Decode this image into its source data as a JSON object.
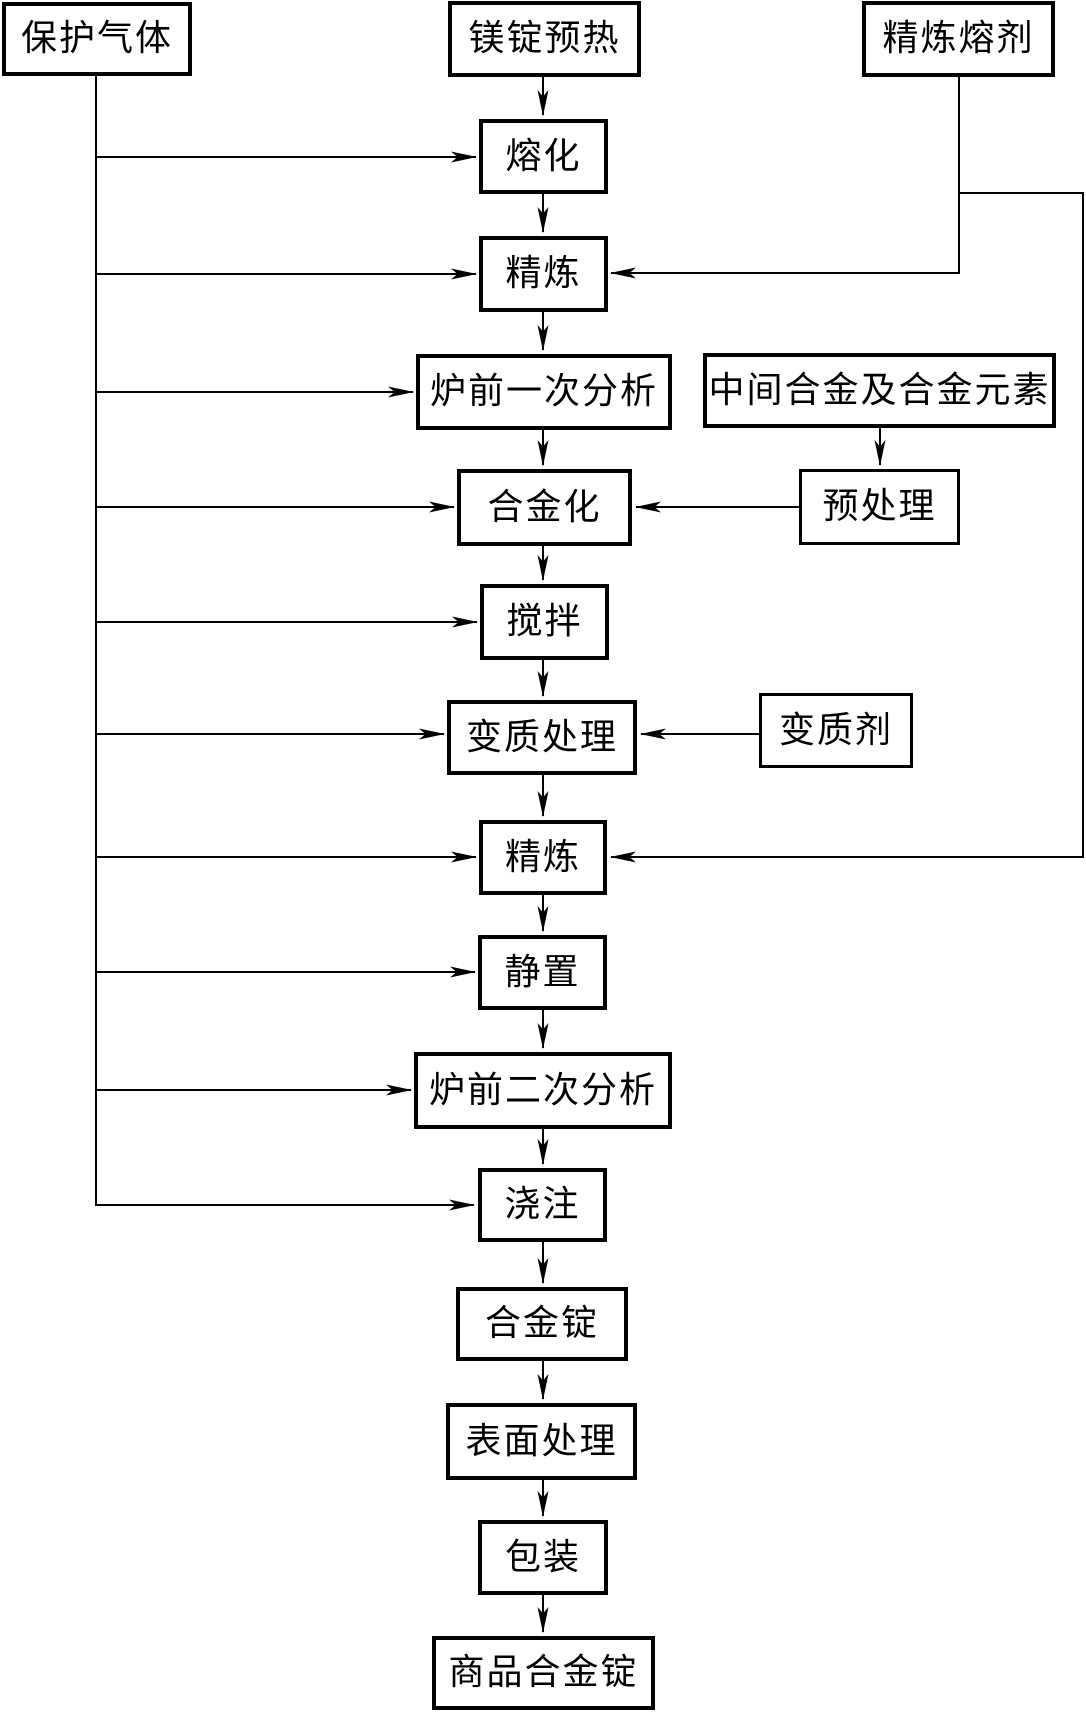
{
  "diagram": {
    "description": "Magnesium alloy ingot production process flowchart",
    "colors": {
      "background": "#ffffff",
      "line": "#000000",
      "box_border": "#000000",
      "text": "#000000"
    },
    "nodes": {
      "protective_gas": {
        "label": "保护气体"
      },
      "mg_ingot_preheat": {
        "label": "镁锭预热"
      },
      "refining_flux": {
        "label": "精炼熔剂"
      },
      "melting": {
        "label": "熔化"
      },
      "refining_1": {
        "label": "精炼"
      },
      "first_analysis": {
        "label": "炉前一次分析"
      },
      "master_alloy": {
        "label": "中间合金及合金元素"
      },
      "alloying": {
        "label": "合金化"
      },
      "pretreatment": {
        "label": "预处理"
      },
      "stirring": {
        "label": "搅拌"
      },
      "modification": {
        "label": "变质处理"
      },
      "modifier": {
        "label": "变质剂"
      },
      "refining_2": {
        "label": "精炼"
      },
      "standing": {
        "label": "静置"
      },
      "second_analysis": {
        "label": "炉前二次分析"
      },
      "pouring": {
        "label": "浇注"
      },
      "alloy_ingot": {
        "label": "合金锭"
      },
      "surface_treatment": {
        "label": "表面处理"
      },
      "packaging": {
        "label": "包装"
      },
      "commercial_alloy_ingot": {
        "label": "商品合金锭"
      }
    },
    "edges": [
      {
        "from": "mg_ingot_preheat",
        "to": "melting"
      },
      {
        "from": "melting",
        "to": "refining_1"
      },
      {
        "from": "refining_1",
        "to": "first_analysis"
      },
      {
        "from": "first_analysis",
        "to": "alloying"
      },
      {
        "from": "alloying",
        "to": "stirring"
      },
      {
        "from": "stirring",
        "to": "modification"
      },
      {
        "from": "modification",
        "to": "refining_2"
      },
      {
        "from": "refining_2",
        "to": "standing"
      },
      {
        "from": "standing",
        "to": "second_analysis"
      },
      {
        "from": "second_analysis",
        "to": "pouring"
      },
      {
        "from": "pouring",
        "to": "alloy_ingot"
      },
      {
        "from": "alloy_ingot",
        "to": "surface_treatment"
      },
      {
        "from": "surface_treatment",
        "to": "packaging"
      },
      {
        "from": "packaging",
        "to": "commercial_alloy_ingot"
      },
      {
        "from": "protective_gas",
        "to": "melting"
      },
      {
        "from": "protective_gas",
        "to": "refining_1"
      },
      {
        "from": "protective_gas",
        "to": "first_analysis"
      },
      {
        "from": "protective_gas",
        "to": "alloying"
      },
      {
        "from": "protective_gas",
        "to": "stirring"
      },
      {
        "from": "protective_gas",
        "to": "modification"
      },
      {
        "from": "protective_gas",
        "to": "refining_2"
      },
      {
        "from": "protective_gas",
        "to": "standing"
      },
      {
        "from": "protective_gas",
        "to": "second_analysis"
      },
      {
        "from": "protective_gas",
        "to": "pouring"
      },
      {
        "from": "refining_flux",
        "to": "refining_1"
      },
      {
        "from": "refining_flux",
        "to": "refining_2"
      },
      {
        "from": "master_alloy",
        "to": "pretreatment"
      },
      {
        "from": "pretreatment",
        "to": "alloying"
      },
      {
        "from": "modifier",
        "to": "modification"
      }
    ]
  }
}
